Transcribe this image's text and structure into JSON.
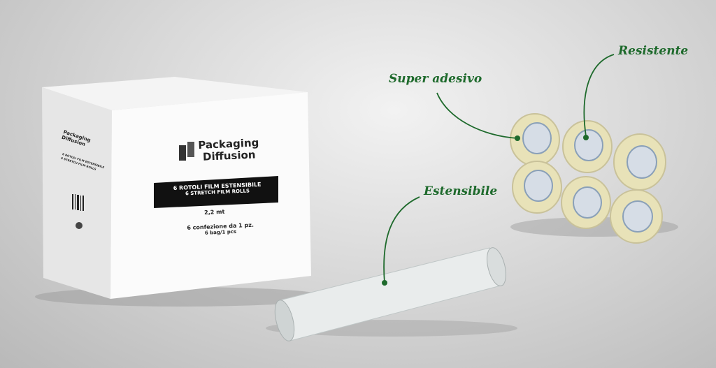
{
  "labels": {
    "super_adesivo": "Super adesivo",
    "resistente": "Resistente",
    "estensibile": "Estensibile"
  },
  "box": {
    "brand_line1": "Packaging",
    "brand_line2": "Diffusion",
    "banner_line1": "6 ROTOLI FILM ESTENSIBILE",
    "banner_line2": "6 STRETCH FILM ROLLS",
    "size": "2,2 mt",
    "quantity_it": "6 confezione da 1 pz.",
    "quantity_en": "6 bag/1 pcs",
    "side_banner_line1": "6 ROTOLI FILM ESTENSIBILE",
    "side_banner_line2": "6 STRETCH FILM ROLLS"
  },
  "colors": {
    "label_green": "#1e6a2c",
    "background": "#d9d9d9"
  }
}
